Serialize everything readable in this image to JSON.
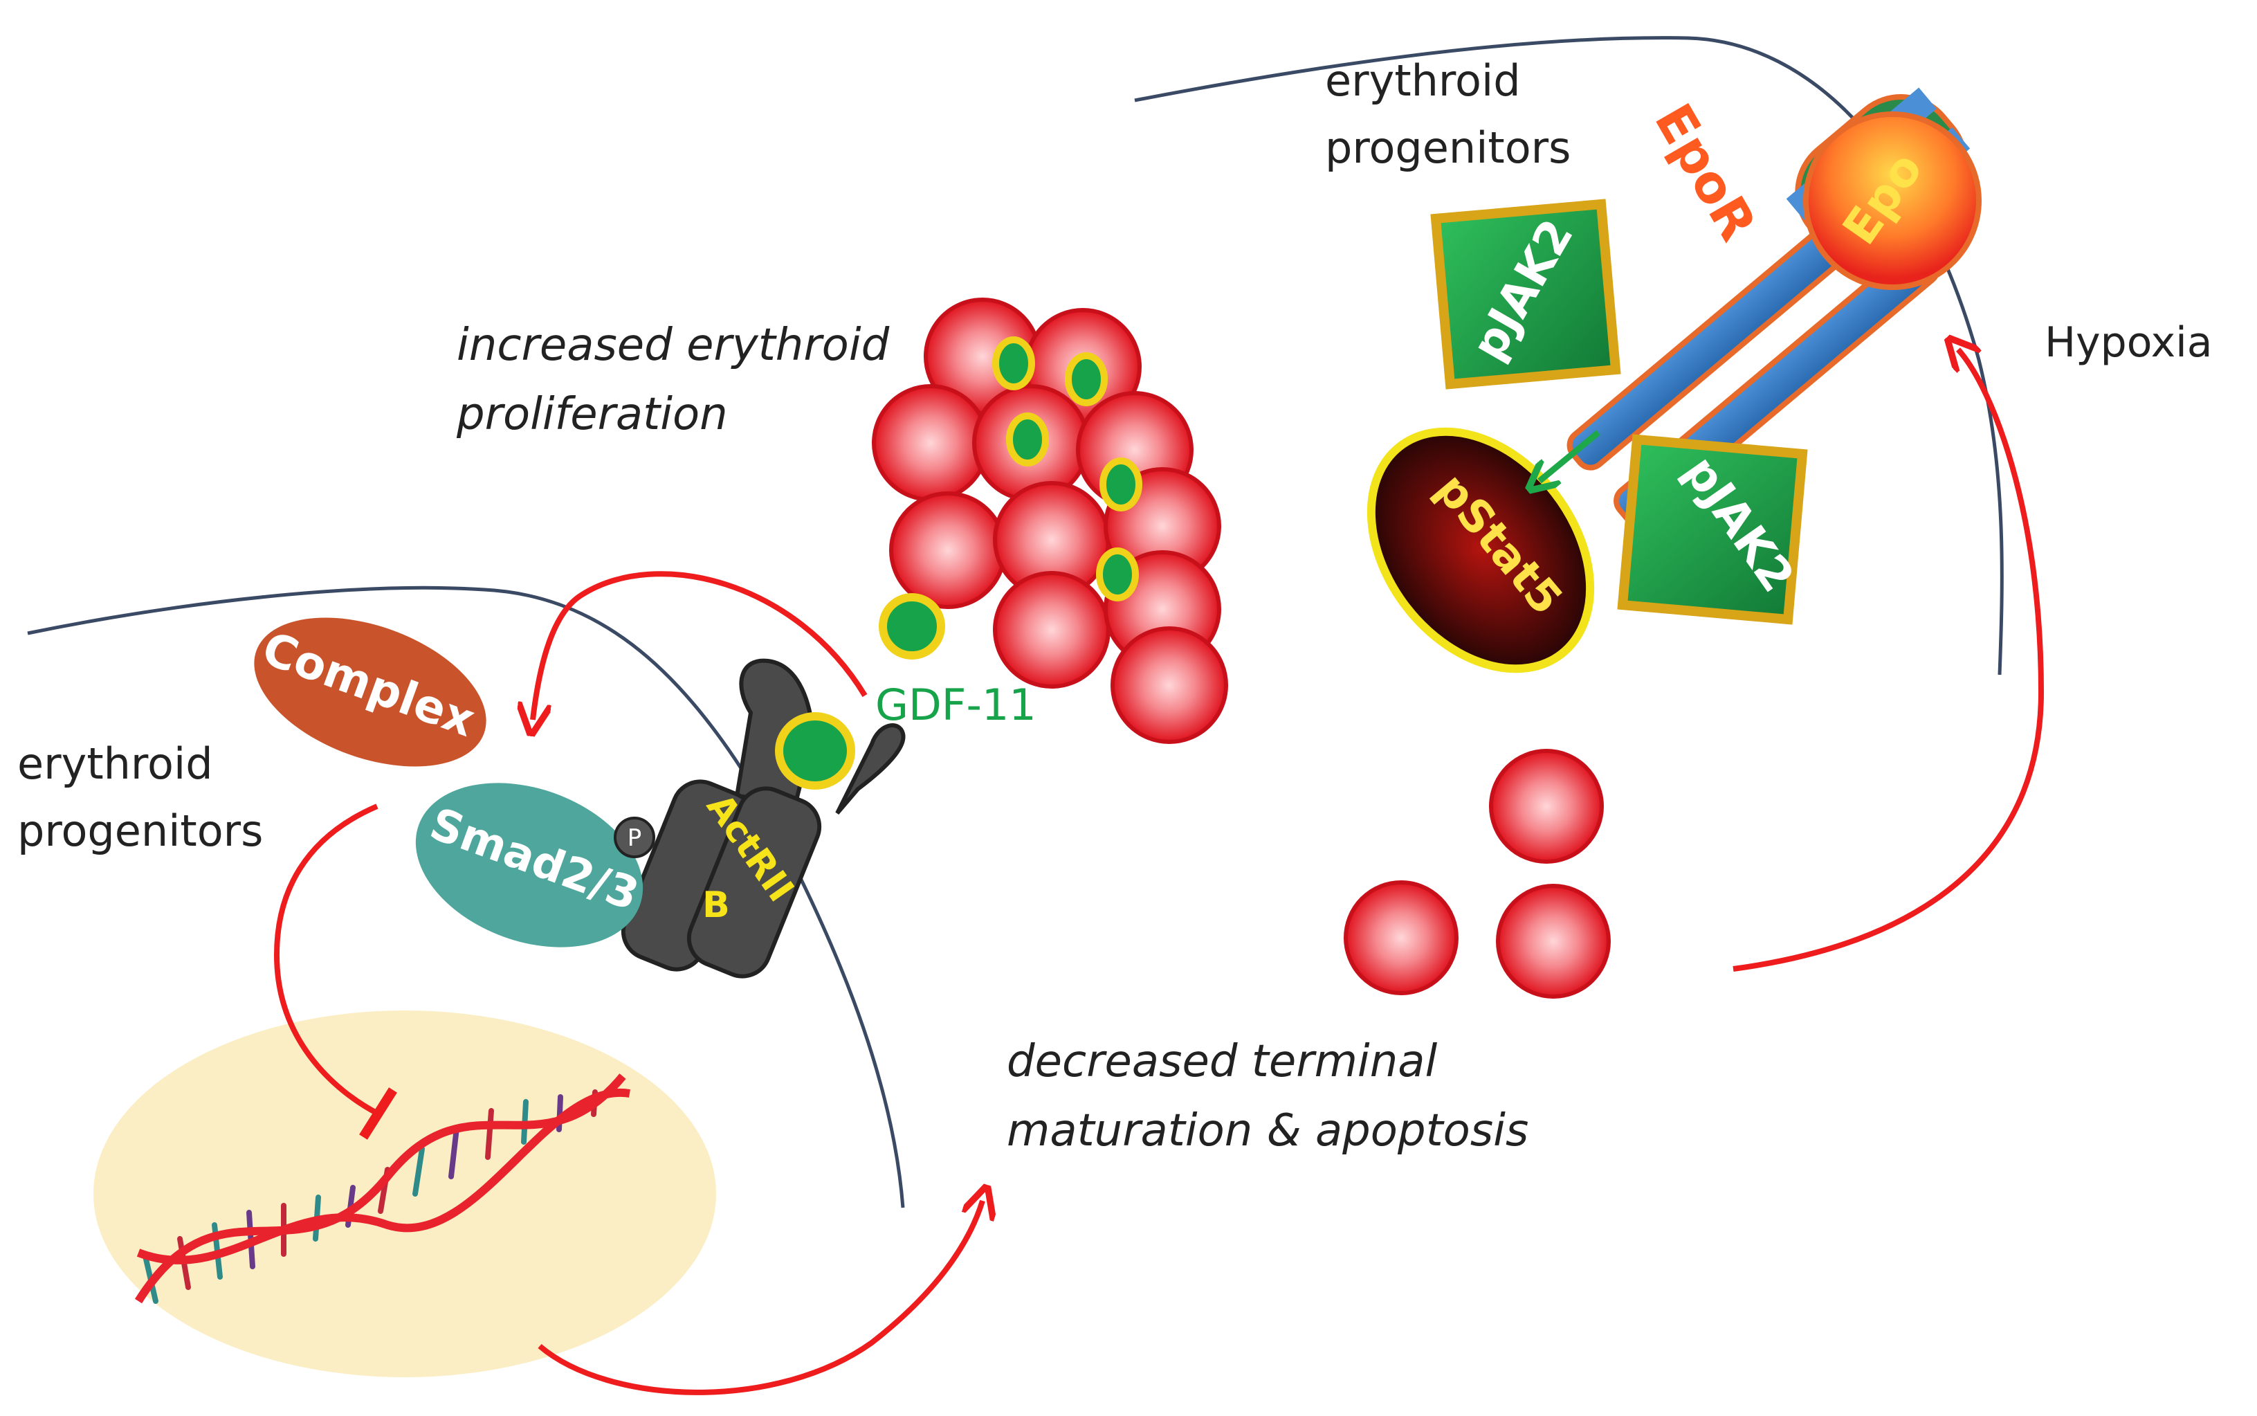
{
  "labels": {
    "top_progenitors_line1": "erythroid",
    "top_progenitors_line2": "progenitors",
    "left_progenitors_line1": "erythroid",
    "left_progenitors_line2": "progenitors",
    "epor": "EpoR",
    "epo": "Epo",
    "pjak2_top": "pJAK2",
    "pjak2_bottom": "pJAK2",
    "pstat5": "pStat5",
    "hypoxia": "Hypoxia",
    "prolif_line1": "increased erythroid",
    "prolif_line2": "proliferation",
    "gdf11": "GDF-11",
    "complex": "Complex",
    "smad": "Smad2/3",
    "phospho": "P",
    "actrii_line1": "ActRII",
    "actrii_line2": "B",
    "decreased_line1": "decreased terminal",
    "decreased_line2": "maturation & apoptosis"
  },
  "colors": {
    "arrow_red": "#ee1c1c",
    "arrow_green": "#1fa84a",
    "membrane": "#3a4a64",
    "rbc": "#e8232e",
    "gdf": "#16a34a",
    "gdf_ring": "#f1d21a",
    "smad": "#4ea69c",
    "complex": "#c9542b",
    "receptor": "#4a4a4a",
    "nucleus": "#fbeec4",
    "epor_text": "#ff5a1f",
    "jak": "#1f9a4a"
  }
}
